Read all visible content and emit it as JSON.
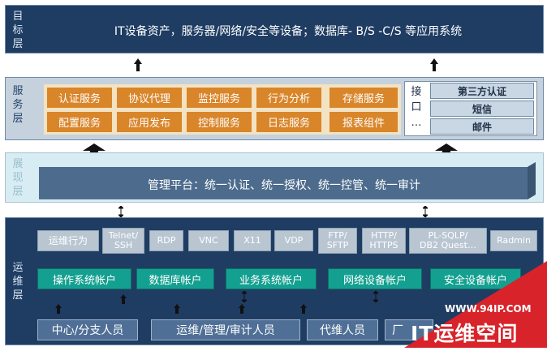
{
  "target_layer": {
    "label": "目\n标\n层",
    "text": "IT设备资产，服务器/网络/安全等设备；数据库- B/S -C/S 等应用系统"
  },
  "service_layer": {
    "label": "服\n务\n层",
    "services_row1": [
      "认证服务",
      "协议代理",
      "监控服务",
      "行为分析",
      "存储服务"
    ],
    "services_row2": [
      "配置服务",
      "应用发布",
      "控制服务",
      "日志服务",
      "报表组件"
    ],
    "interface_label": "接\n口\n…",
    "interface_items": [
      "第三方认证",
      "短信",
      "邮件"
    ]
  },
  "display_layer": {
    "label": "展\n现\n层",
    "platform_text": "管理平台：统一认证、统一授权、统一控管、统一审计"
  },
  "ops_layer": {
    "label": "运\n维\n层",
    "protocols": [
      "运维行为",
      "Telnet/\nSSH",
      "RDP",
      "VNC",
      "X11",
      "VDP",
      "FTP/\nSFTP",
      "HTTP/\nHTTPS",
      "PL-SQLP/\nDB2 Quest…",
      "Radmin"
    ],
    "accounts": [
      "操作系统帐户",
      "数据库帐户",
      "业务系统帐户",
      "网络设备帐户",
      "安全设备帐户"
    ],
    "people": [
      "中心/分支人员",
      "运维/管理/审计人员",
      "代维人员",
      "厂"
    ]
  },
  "watermark": {
    "site": "WWW.94IP.COM",
    "title": "IT运维空间"
  },
  "colors": {
    "header_band": "#1f3d63",
    "service_orange": "#d9852a",
    "account_teal": "#14a090",
    "people_blue": "#4f6f96",
    "platform_blue": "#4d6c8d",
    "watermark_red": "#d8232a"
  }
}
